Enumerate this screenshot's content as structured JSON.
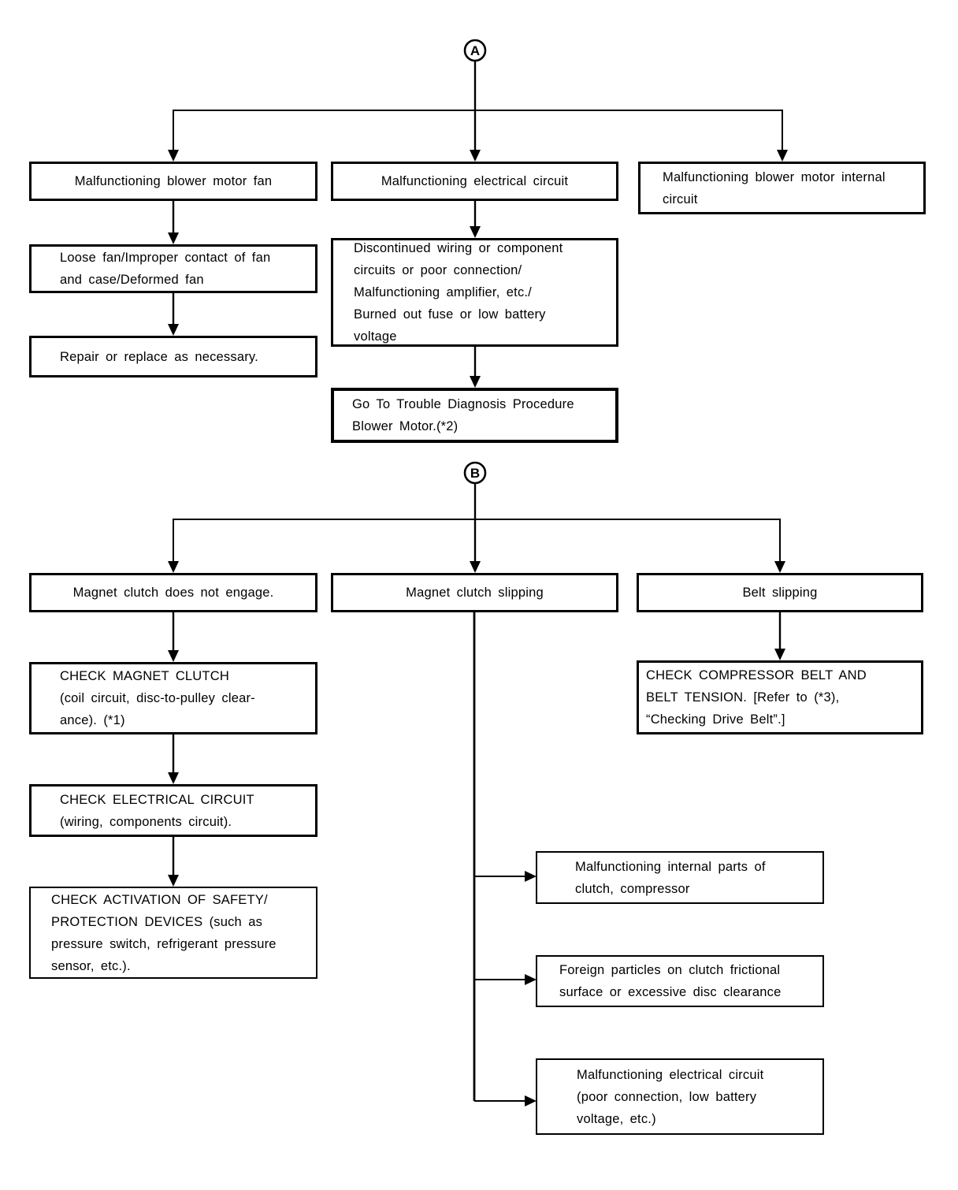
{
  "page": {
    "background_color": "#ffffff",
    "line_color": "#000000",
    "kind": "trouble-diagnosis-flowchart"
  },
  "labels": {
    "section_a": "A",
    "section_b": "B"
  },
  "nodes": {
    "a_cause_fan": {
      "lines": [
        "Malfunctioning blower motor fan"
      ]
    },
    "a_cause_elec": {
      "lines": [
        "Malfunctioning electrical circuit"
      ]
    },
    "a_cause_internal": {
      "lines": [
        "Malfunctioning blower motor internal",
        "circuit"
      ]
    },
    "a_fan_detail": {
      "lines": [
        "Loose fan/Improper contact of fan",
        "and case/Deformed fan"
      ]
    },
    "a_fan_action": {
      "lines": [
        "Repair or replace as necessary."
      ]
    },
    "a_elec_detail": {
      "lines": [
        "Discontinued wiring or component",
        "circuits or poor connection/",
        "Malfunctioning amplifier, etc./",
        "Burned out fuse or low battery",
        "voltage"
      ]
    },
    "a_elec_action": {
      "lines": [
        "Go To Trouble Diagnosis Procedure",
        "Blower Motor.(*2)"
      ]
    },
    "b_cause_noengage": {
      "lines": [
        "Magnet clutch does not engage."
      ]
    },
    "b_cause_slip": {
      "lines": [
        "Magnet clutch slipping"
      ]
    },
    "b_cause_belt": {
      "lines": [
        "Belt slipping"
      ]
    },
    "b_check_clutch": {
      "lines": [
        "CHECK MAGNET CLUTCH",
        "(coil circuit, disc-to-pulley clear-",
        "ance). (*1)"
      ]
    },
    "b_check_circuit": {
      "lines": [
        "CHECK ELECTRICAL CIRCUIT",
        "(wiring, components circuit)."
      ]
    },
    "b_check_safety": {
      "lines": [
        "CHECK ACTIVATION OF SAFETY/",
        "PROTECTION DEVICES (such as",
        "pressure switch, refrigerant pressure",
        "sensor, etc.)."
      ]
    },
    "b_check_belt": {
      "lines": [
        "CHECK COMPRESSOR BELT AND",
        "BELT TENSION. [Refer to (*3),",
        "“Checking Drive Belt”.]"
      ]
    },
    "b_slip_internal": {
      "lines": [
        "Malfunctioning internal parts of",
        "clutch, compressor"
      ]
    },
    "b_slip_foreign": {
      "lines": [
        "Foreign particles on clutch frictional",
        "surface or excessive disc clearance"
      ]
    },
    "b_slip_elec": {
      "lines": [
        "Malfunctioning electrical circuit",
        "(poor connection, low battery",
        "voltage, etc.)"
      ]
    }
  }
}
